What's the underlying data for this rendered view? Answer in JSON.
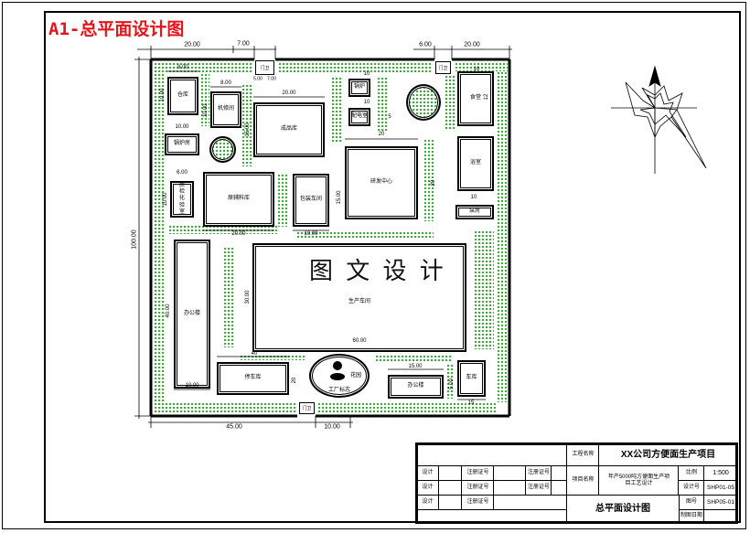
{
  "drawing_title": "A1-总平面设计图",
  "colors": {
    "title": "#e8141b",
    "green": "#1fa51f",
    "line": "#000000"
  },
  "dims": {
    "top_left": "20.00",
    "top_gate": "7.00",
    "top_gate_right": "6.00",
    "top_right": "20.00",
    "left_total": "100.00",
    "bottom_left": "45.00",
    "bottom_gate": "10.00"
  },
  "gates": {
    "north_west": "门卫",
    "north_west_w": "5.00",
    "north_west_d": "7.00",
    "north_east": "门卫",
    "south": "门卫"
  },
  "buildings": {
    "warehouse": {
      "label": "仓库",
      "w": "8.00",
      "h": "10.00"
    },
    "repair": {
      "label": "机修间",
      "w": "8.00",
      "h": "10.00"
    },
    "product_store": {
      "label": "成品库",
      "w": "20.00",
      "h": "15.00"
    },
    "boiler": {
      "label": "锅炉",
      "w": "10"
    },
    "power": {
      "label": "配电室",
      "w": "10",
      "h": "5"
    },
    "canteen": {
      "label": "食堂",
      "w": "10",
      "h": "12"
    },
    "boiler_room": {
      "label": "锅炉房",
      "w": "10.00"
    },
    "qc": {
      "label": "质检化验室",
      "w": "6.00",
      "h": "10.00"
    },
    "raw_store": {
      "label": "原辅料库",
      "w": "20.00"
    },
    "packing": {
      "label": "包装车间",
      "w": "10.00"
    },
    "rd": {
      "label": "研发中心",
      "w": "20",
      "h": "15.00",
      "d": "20"
    },
    "bath": {
      "label": "浴室"
    },
    "pump": {
      "label": "泵房",
      "w": "10"
    },
    "workshop": {
      "label": "生产车间",
      "w": "60.00",
      "h": "30.00"
    },
    "office": {
      "label": "办公楼",
      "w": "10.00",
      "h": "40.00"
    },
    "parking": {
      "label": "停车库",
      "w": "40",
      "h": "20"
    },
    "office2": {
      "label": "办公楼",
      "w": "15.00"
    },
    "garage": {
      "label": "车库",
      "w": "15",
      "h": "5.00"
    }
  },
  "garden": {
    "label": "花园",
    "logo": "工厂标志"
  },
  "watermark": "图 文 设 计",
  "title_block": {
    "project_label": "工程名称",
    "project": "XX公司方便面生产项目",
    "item_label": "项目名称",
    "item": "年产5000吨方便面生产项目工艺设计",
    "scale_label": "比例",
    "scale": "1:500",
    "design_no_label": "设计号",
    "design_no": "SHP01-05",
    "drawing_no_label": "图号",
    "drawing_no": "SHP05-01",
    "date_label": "制图日期",
    "drawing_name": "总平面设计图",
    "rows": [
      {
        "role": "设计",
        "cert": "注册证号",
        "cert2": "注册证号"
      },
      {
        "role": "设计",
        "cert": "注册证号",
        "cert2": "注册证号"
      },
      {
        "role": "设计",
        "cert": "注册证号"
      }
    ]
  }
}
